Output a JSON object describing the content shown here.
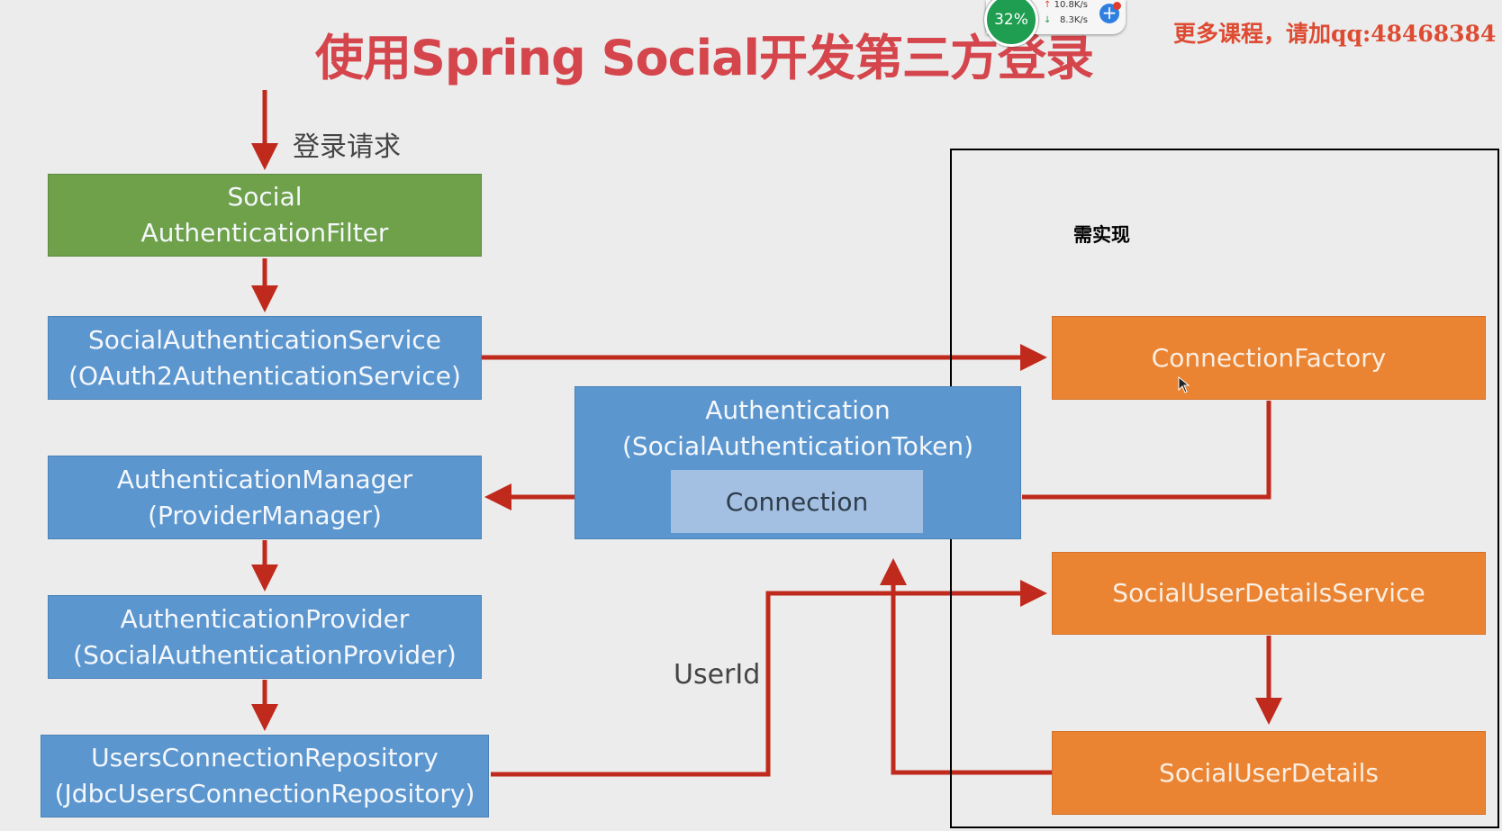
{
  "title": "使用Spring Social开发第三方登录",
  "promo": "更多课程，请加qq:48468384",
  "tray": {
    "cpu_percent": "32%",
    "upload": "10.8K/s",
    "download": "8.3K/s",
    "plus_icon": "+"
  },
  "labels": {
    "login_request": "登录请求",
    "user_id": "UserId",
    "needs_impl": "需实现"
  },
  "nodes": {
    "filter": [
      "Social",
      "AuthenticationFilter"
    ],
    "service": [
      "SocialAuthenticationService",
      "(OAuth2AuthenticationService)"
    ],
    "manager": [
      "AuthenticationManager",
      "(ProviderManager)"
    ],
    "provider": [
      "AuthenticationProvider",
      "(SocialAuthenticationProvider)"
    ],
    "repository": [
      "UsersConnectionRepository",
      "(JdbcUsersConnectionRepository)"
    ],
    "authentication": [
      "Authentication",
      "(SocialAuthenticationToken)"
    ],
    "connection": "Connection",
    "connection_factory": "ConnectionFactory",
    "user_details_service": "SocialUserDetailsService",
    "user_details": "SocialUserDetails"
  },
  "colors": {
    "title": "#d4454c",
    "arrow": "#c02a1c",
    "green": "#6ea14a",
    "blue": "#5b96cf",
    "orange": "#ea8432"
  }
}
